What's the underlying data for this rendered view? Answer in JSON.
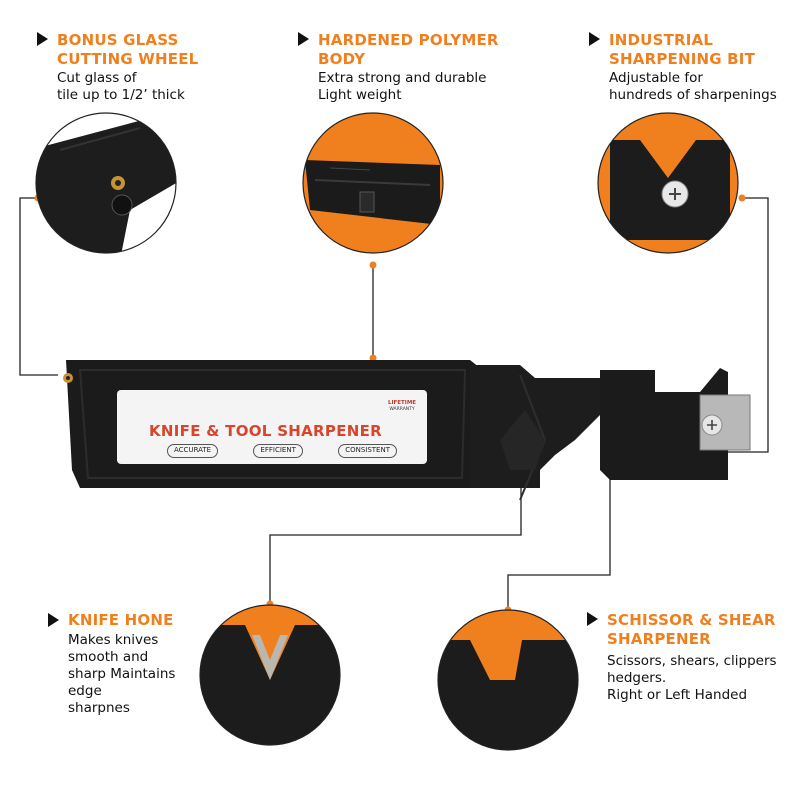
{
  "features": {
    "glass": {
      "title_line1": "BONUS GLASS",
      "title_line2": "CUTTING WHEEL",
      "desc_line1": "Cut glass of",
      "desc_line2": "tile up to 1/2’ thick"
    },
    "polymer": {
      "title_line1": "HARDENED POLYMER",
      "title_line2": "BODY",
      "desc_line1": "Extra strong and durable",
      "desc_line2": "Light weight"
    },
    "bit": {
      "title_line1": "INDUSTRIAL",
      "title_line2": "SHARPENING BIT",
      "desc_line1": "Adjustable for",
      "desc_line2": "hundreds of  sharpenings"
    },
    "hone": {
      "title": "KNIFE HONE",
      "desc_lines": [
        "Makes knives",
        "smooth and",
        "sharp Maintains",
        "edge",
        "sharpnes"
      ]
    },
    "scissor": {
      "title_line1": "SCHISSOR & SHEAR",
      "title_line2": "SHARPENER",
      "desc_line1": "Scissors, shears, clippers",
      "desc_line2": "hedgers.",
      "desc_line3": "Right or Left Handed"
    }
  },
  "product_label": {
    "name": "KNIFE & TOOL SHARPENER",
    "badge_line1": "LIFETIME",
    "badge_line2": "WARRANTY",
    "pills": [
      "ACCURATE",
      "EFFICIENT",
      "CONSISTENT"
    ]
  },
  "colors": {
    "accent": "#f07f1e",
    "tool_body": "#1b1b1b",
    "text": "#111111"
  }
}
